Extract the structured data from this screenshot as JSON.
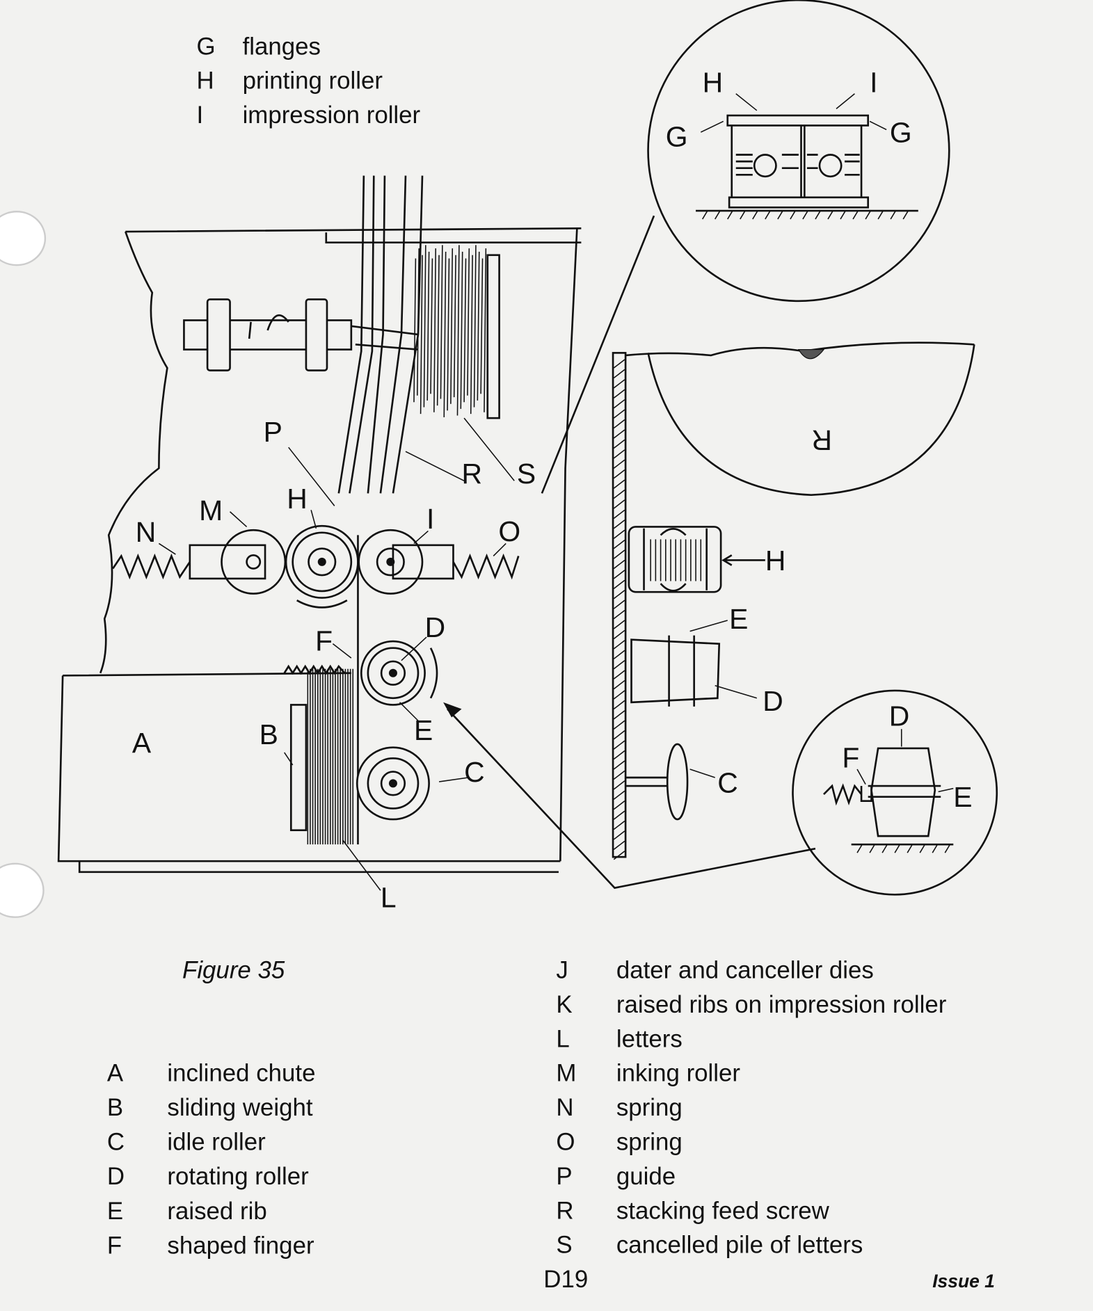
{
  "top_legend": [
    {
      "key": "G",
      "text": "flanges"
    },
    {
      "key": "H",
      "text": "printing roller"
    },
    {
      "key": "I",
      "text": "impression roller"
    }
  ],
  "diagram_labels": {
    "A": "A",
    "B": "B",
    "C": "C",
    "D": "D",
    "E": "E",
    "F": "F",
    "G": "G",
    "H": "H",
    "I": "I",
    "L": "L",
    "M": "M",
    "N": "N",
    "O": "O",
    "P": "P",
    "R": "R",
    "S": "S"
  },
  "figure_caption": "Figure 35",
  "legend_left": [
    {
      "key": "A",
      "text": "inclined chute"
    },
    {
      "key": "B",
      "text": "sliding weight"
    },
    {
      "key": "C",
      "text": "idle roller"
    },
    {
      "key": "D",
      "text": "rotating roller"
    },
    {
      "key": "E",
      "text": "raised rib"
    },
    {
      "key": "F",
      "text": "shaped finger"
    }
  ],
  "legend_right": [
    {
      "key": "J",
      "text": "dater and canceller dies"
    },
    {
      "key": "K",
      "text": "raised ribs on impression roller"
    },
    {
      "key": "L",
      "text": "letters"
    },
    {
      "key": "M",
      "text": "inking roller"
    },
    {
      "key": "N",
      "text": "spring"
    },
    {
      "key": "O",
      "text": "spring"
    },
    {
      "key": "P",
      "text": "guide"
    },
    {
      "key": "R",
      "text": "stacking feed screw"
    },
    {
      "key": "S",
      "text": "cancelled pile of letters"
    }
  ],
  "footer": {
    "page": "D19",
    "issue": "Issue 1"
  }
}
